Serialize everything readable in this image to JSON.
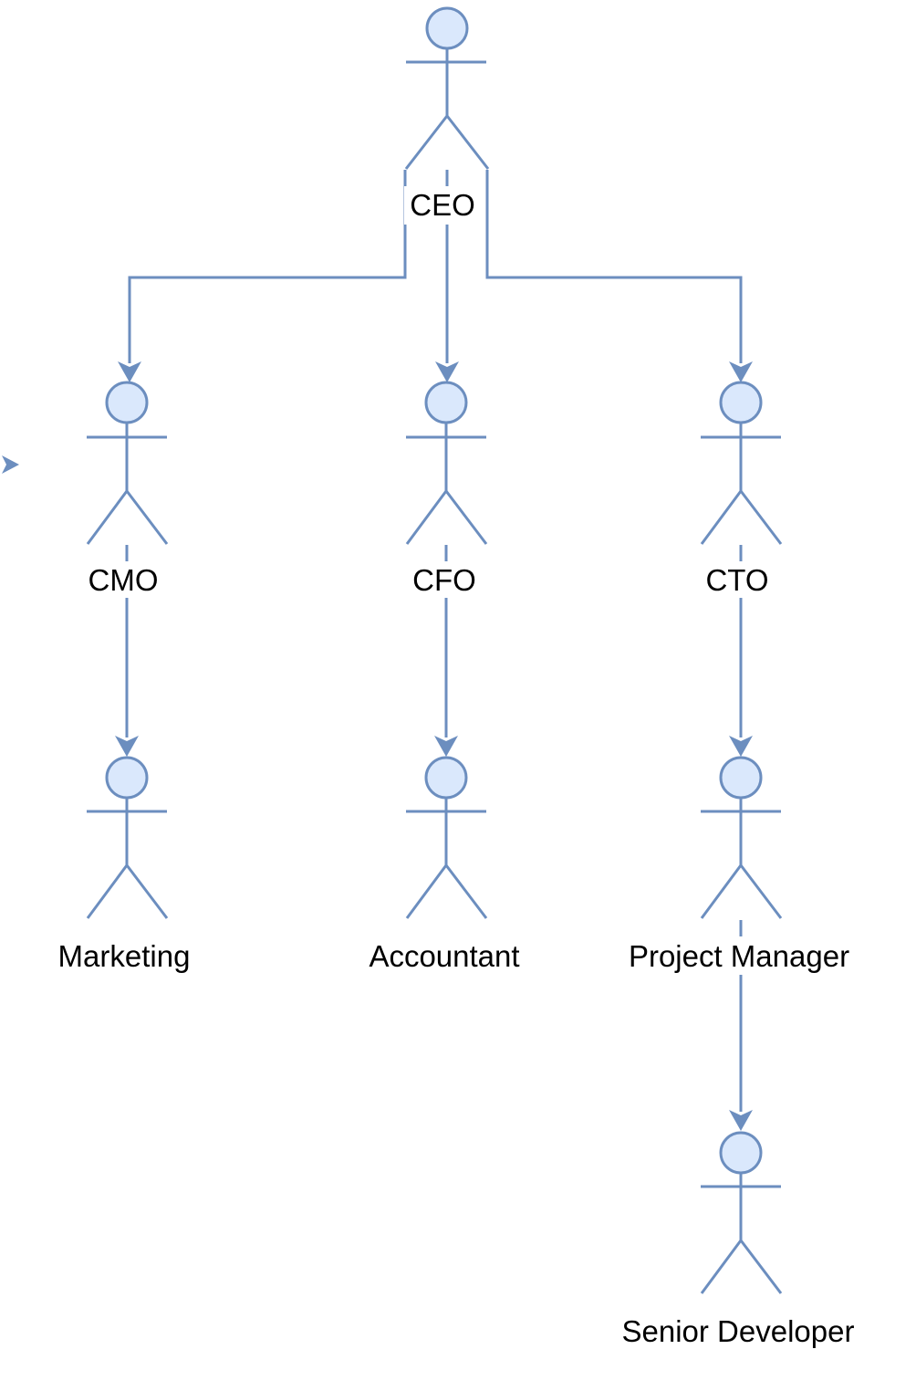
{
  "diagram": {
    "colors": {
      "stroke": "#6c8ebf",
      "fill": "#dae8fc",
      "text": "#000000",
      "background": "#ffffff"
    },
    "actors": {
      "ceo": {
        "label": "CEO"
      },
      "cmo": {
        "label": "CMO"
      },
      "cfo": {
        "label": "CFO"
      },
      "cto": {
        "label": "CTO"
      },
      "marketing": {
        "label": "Marketing"
      },
      "accountant": {
        "label": "Accountant"
      },
      "pm": {
        "label": "Project Manager"
      },
      "senior": {
        "label": "Senior Developer"
      }
    },
    "edges": [
      {
        "from": "CEO",
        "to": "CMO"
      },
      {
        "from": "CEO",
        "to": "CFO"
      },
      {
        "from": "CEO",
        "to": "CTO"
      },
      {
        "from": "CMO",
        "to": "Marketing"
      },
      {
        "from": "CFO",
        "to": "Accountant"
      },
      {
        "from": "CTO",
        "to": "Project Manager"
      },
      {
        "from": "Project Manager",
        "to": "Senior Developer"
      }
    ]
  }
}
